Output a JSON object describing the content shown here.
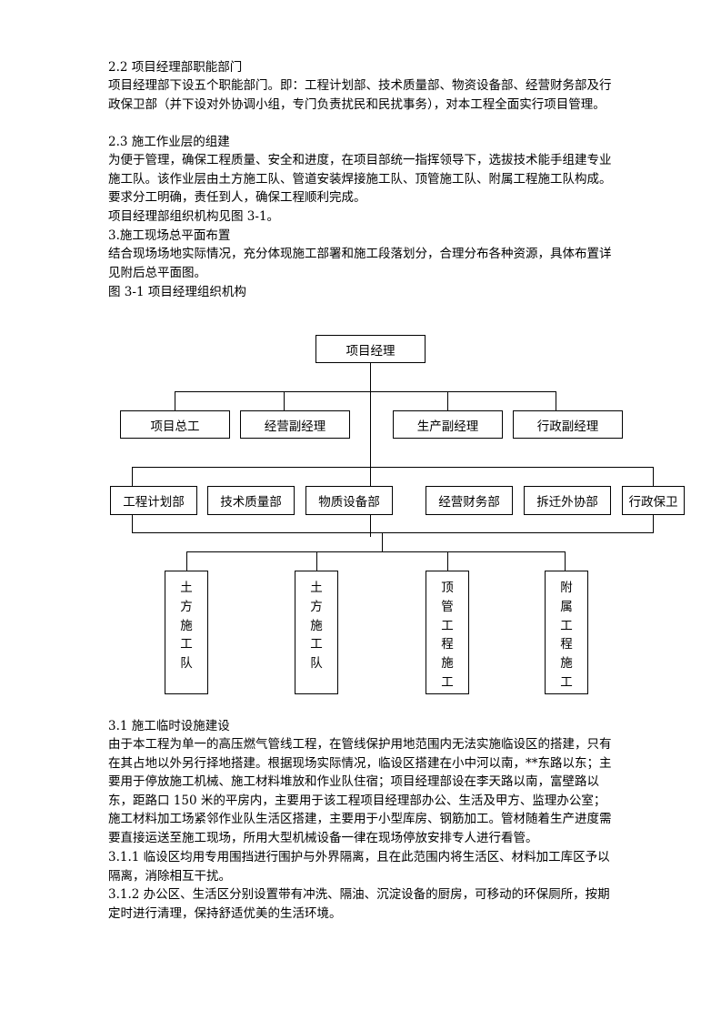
{
  "sections": {
    "h22": "2.2  项目经理部职能部门",
    "p22": "项目经理部下设五个职能部门。即：工程计划部、技术质量部、物资设备部、经营财务部及行政保卫部（并下设对外协调小组，专门负责扰民和民扰事务），对本工程全面实行项目管理。",
    "h23": "2.3  施工作业层的组建",
    "p23": "为便于管理，确保工程质量、安全和进度，在项目部统一指挥领导下，选拔技术能手组建专业施工队。该作业层由土方施工队、管道安装焊接施工队、顶管施工队、附属工程施工队构成。要求分工明确，责任到人，确保工程顺利完成。",
    "p_ref": "项目经理部组织机构见图 3-1。",
    "h3": "3.施工现场总平面布置",
    "p3": "结合现场场地实际情况，充分体现施工部署和施工段落划分，合理分布各种资源，具体布置详见附后总平面图。",
    "fig_caption": "图 3-1  项目经理组织机构",
    "h31": "3.1  施工临时设施建设",
    "p31": "由于本工程为单一的高压燃气管线工程，在管线保护用地范围内无法实施临设区的搭建，只有在其占地以外另行择地搭建。根据现场实际情况，临设区搭建在小中河以南，**东路以东；主要用于停放施工机械、施工材料堆放和作业队住宿；项目经理部设在李天路以南，富壁路以东，距路口 150  米的平房内，主要用于该工程项目经理部办公、生活及甲方、监理办公室；施工材料加工场紧邻作业队生活区搭建，主要用于小型库房、钢筋加工。管材随着生产进度需要直接运送至施工现场，所用大型机械设备一律在现场停放安排专人进行看管。",
    "p311": "3.1.1  临设区均用专用围挡进行围护与外界隔离，且在此范围内将生活区、材料加工库区予以隔离，消除相互干扰。",
    "p312": "3.1.2  办公区、生活区分别设置带有冲洗、隔油、沉淀设备的厨房，可移动的环保厕所，按期定时进行清理，保持舒适优美的生活环境。"
  },
  "org_chart": {
    "root": "项目经理",
    "level2": [
      "项目总工",
      "经营副经理",
      "生产副经理",
      "行政副经理"
    ],
    "level3": [
      "工程计划部",
      "技术质量部",
      "物质设备部",
      "经营财务部",
      "拆迁外协部",
      "行政保卫"
    ],
    "teams": [
      [
        "土",
        "方",
        "施",
        "工",
        "队"
      ],
      [
        "土",
        "方",
        "施",
        "工",
        "队"
      ],
      [
        "顶",
        "管",
        "工",
        "程",
        "施",
        "工"
      ],
      [
        "附",
        "属",
        "工",
        "程",
        "施",
        "工"
      ]
    ]
  }
}
